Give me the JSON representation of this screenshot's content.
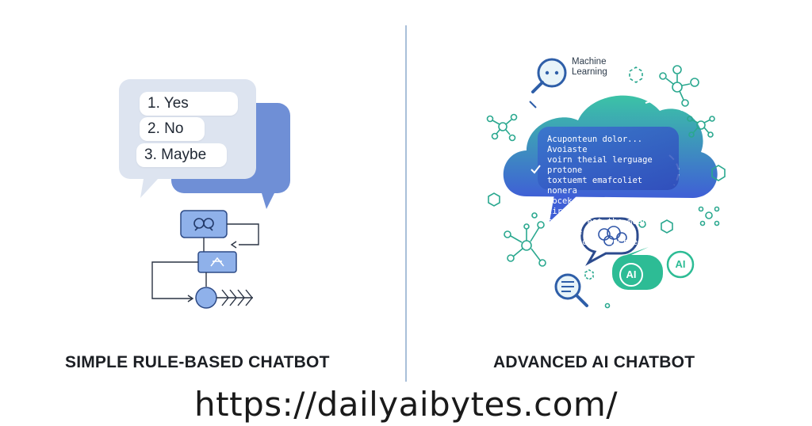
{
  "left_panel": {
    "options": [
      "1. Yes",
      "2. No",
      "3. Maybe"
    ],
    "caption": "SIMPLE RULE-BASED CHATBOT"
  },
  "right_panel": {
    "cloud_text": "Acuponteun dolor... Avoiaste\nvoirn theial lerguage protone\ntoxtuemt emafcoliet nonera\ncocek room tirochenlinatres\ncornort eot the moans poutbue\ntoum ipoume arct eot nion.",
    "ml_label": "Machine\nLearning",
    "ai_badge_1": "AI",
    "ai_badge_2": "AI",
    "caption": "ADVANCED AI CHATBOT"
  },
  "footer": {
    "url": "https://dailyaibytes.com/"
  },
  "colors": {
    "left_bubble_back": "#6f8fd6",
    "left_bubble_front": "#dde4f0",
    "flow_box": "#8fb1ea",
    "cloud_gradient_top": "#3cc3a6",
    "cloud_gradient_bottom": "#3f5fd6",
    "accent_teal": "#27b79b",
    "divider": "#a9bfd9"
  }
}
